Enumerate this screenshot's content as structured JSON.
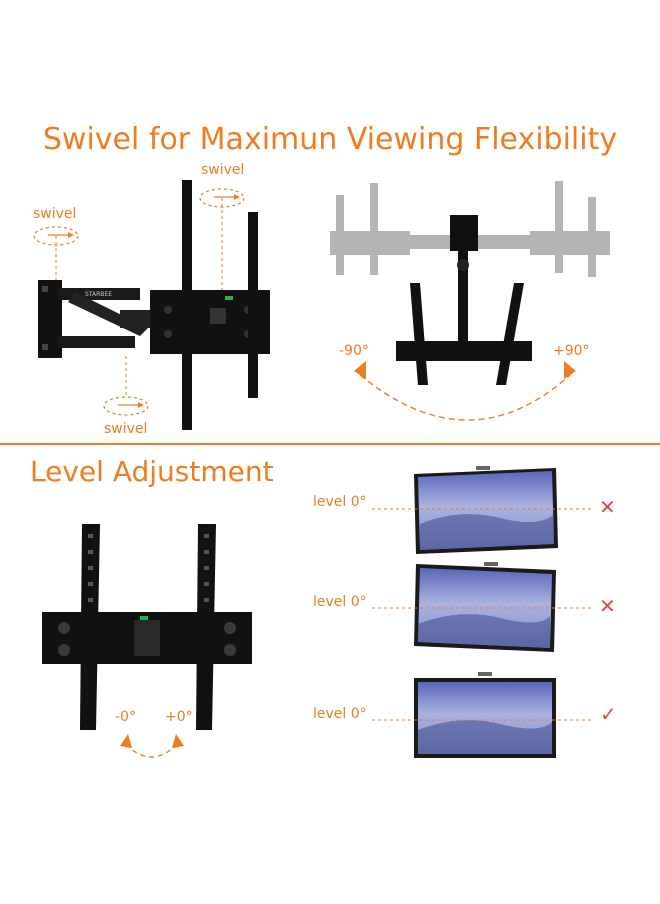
{
  "section_swivel": {
    "title": "Swivel for Maximun Viewing Flexibility",
    "label_swivel_top": "swivel",
    "label_swivel_left": "swivel",
    "label_swivel_bottom": "swivel",
    "label_neg90": "-90°",
    "label_pos90": "+90°",
    "brand_mark": "STARBEE"
  },
  "section_level": {
    "title": "Level Adjustment",
    "label_neg0": "-0°",
    "label_pos0": "+0°",
    "rows": [
      {
        "label": "level 0°",
        "mark": "✕",
        "status": "tilted-right"
      },
      {
        "label": "level 0°",
        "mark": "✕",
        "status": "tilted-left"
      },
      {
        "label": "level 0°",
        "mark": "✓",
        "status": "level"
      }
    ]
  },
  "colors": {
    "accent": "#ee7d22",
    "bracket": "#111111",
    "ghost_bracket": "#b5b5b5",
    "bad_mark": "#d94b4b",
    "mist_blue": "#6f7fc4"
  }
}
